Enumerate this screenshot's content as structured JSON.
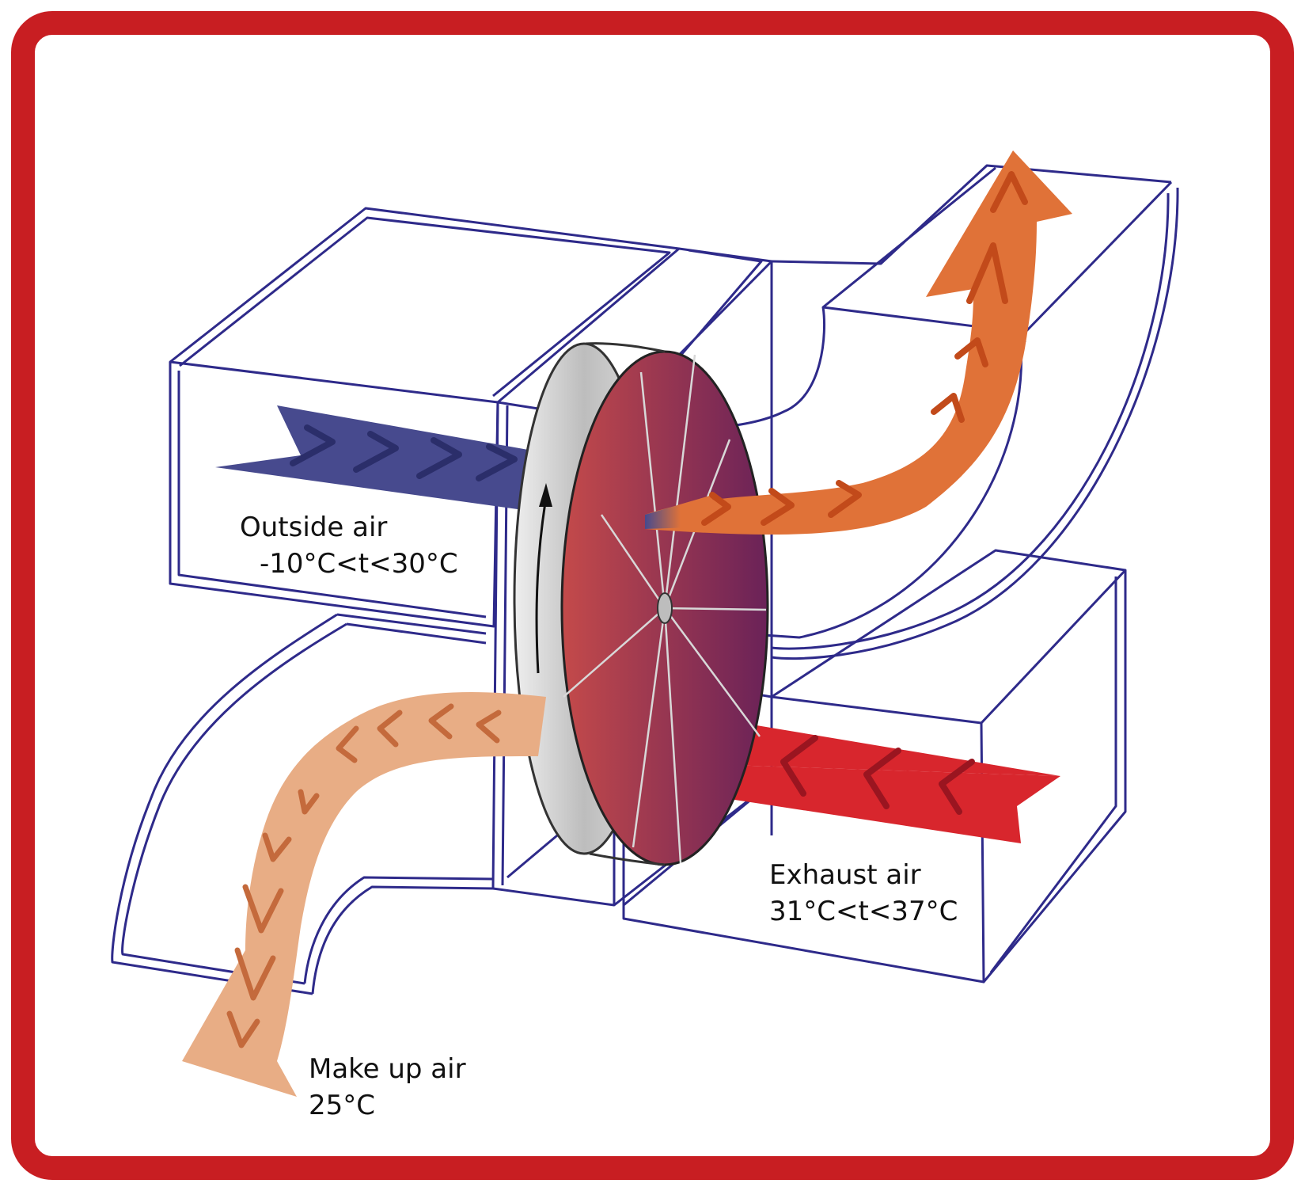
{
  "colors": {
    "frame": "#c81e22",
    "duct_outline": "#2e2a8a",
    "outside_air": "#474a8e",
    "exhaust_air": "#d8262d",
    "supply_hot": "#e07238",
    "make_up_air": "#e8ad85",
    "wheel_face": "#9a3a52",
    "wheel_rim": "#c8c8c8"
  },
  "labels": {
    "outside": {
      "name": "Outside air",
      "temp": "-10°C<t<30°C"
    },
    "exhaust": {
      "name": "Exhaust air",
      "temp": "31°C<t<37°C"
    },
    "makeup": {
      "name": "Make up air",
      "temp": "25°C"
    }
  },
  "icons": [
    "rotation-arrow-icon",
    "chevron-right-icon",
    "chevron-left-icon",
    "chevron-up-icon",
    "chevron-down-icon"
  ]
}
